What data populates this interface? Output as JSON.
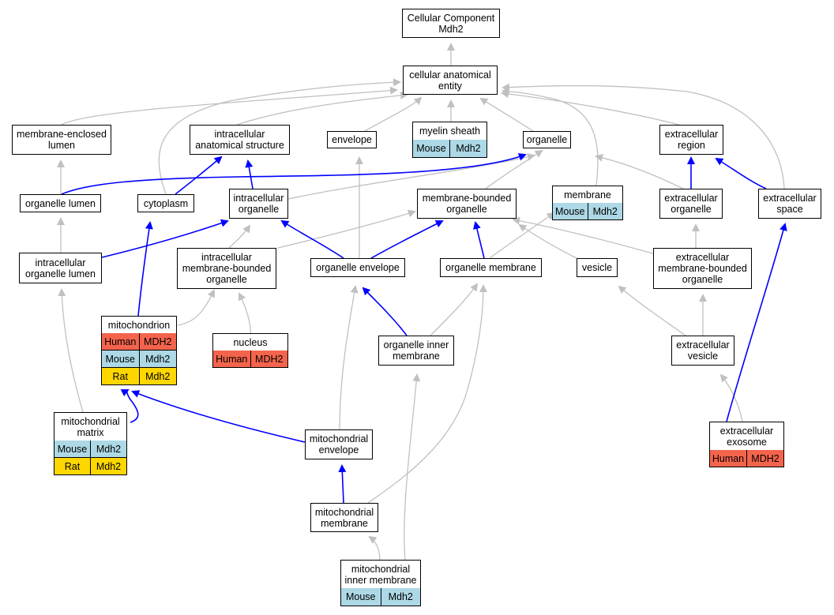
{
  "colors": {
    "gray_edge": "#c0c0c0",
    "blue_edge": "#0000ff",
    "human": "#f4644c",
    "mouse": "#add8e6",
    "rat": "#ffd700"
  },
  "nodes": {
    "cellular_component": "Cellular Component\nMdh2",
    "cellular_anatomical_entity": "cellular anatomical\nentity",
    "membrane_enclosed_lumen": "membrane-enclosed\nlumen",
    "intracellular_anatomical_structure": "intracellular\nanatomical structure",
    "envelope": "envelope",
    "myelin_sheath": "myelin sheath",
    "organelle": "organelle",
    "extracellular_region": "extracellular\nregion",
    "organelle_lumen": "organelle lumen",
    "cytoplasm": "cytoplasm",
    "intracellular_organelle": "intracellular\norganelle",
    "membrane_bounded_organelle": "membrane-bounded\norganelle",
    "membrane": "membrane",
    "extracellular_organelle": "extracellular\norganelle",
    "extracellular_space": "extracellular\nspace",
    "intracellular_organelle_lumen": "intracellular\norganelle lumen",
    "intracellular_membrane_bounded_organelle": "intracellular\nmembrane-bounded\norganelle",
    "organelle_envelope": "organelle envelope",
    "organelle_membrane": "organelle membrane",
    "vesicle": "vesicle",
    "extracellular_membrane_bounded_organelle": "extracellular\nmembrane-bounded\norganelle",
    "mitochondrion": "mitochondrion",
    "nucleus": "nucleus",
    "organelle_inner_membrane": "organelle inner\nmembrane",
    "extracellular_vesicle": "extracellular\nvesicle",
    "mitochondrial_matrix": "mitochondrial\nmatrix",
    "mitochondrial_envelope": "mitochondrial\nenvelope",
    "extracellular_exosome": "extracellular\nexosome",
    "mitochondrial_membrane": "mitochondrial\nmembrane",
    "mitochondrial_inner_membrane": "mitochondrial\ninner membrane"
  },
  "annotations": {
    "myelin_sheath": [
      [
        "Mouse",
        "Mdh2"
      ]
    ],
    "membrane": [
      [
        "Mouse",
        "Mdh2"
      ]
    ],
    "mitochondrion": [
      [
        "Human",
        "MDH2"
      ],
      [
        "Mouse",
        "Mdh2"
      ],
      [
        "Rat",
        "Mdh2"
      ]
    ],
    "nucleus": [
      [
        "Human",
        "MDH2"
      ]
    ],
    "mitochondrial_matrix": [
      [
        "Mouse",
        "Mdh2"
      ],
      [
        "Rat",
        "Mdh2"
      ]
    ],
    "extracellular_exosome": [
      [
        "Human",
        "MDH2"
      ]
    ],
    "mitochondrial_inner_membrane": [
      [
        "Mouse",
        "Mdh2"
      ]
    ]
  }
}
